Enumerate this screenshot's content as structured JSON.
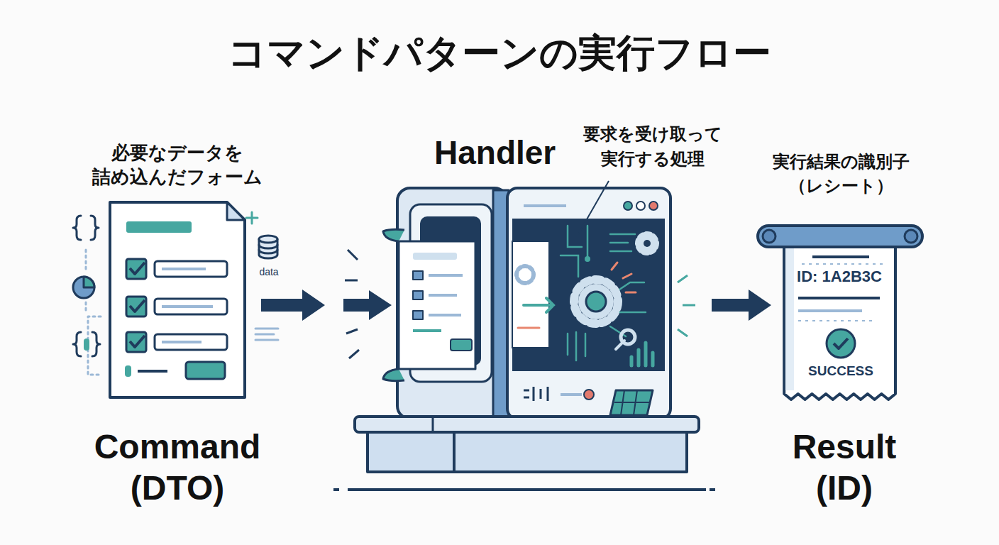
{
  "diagram": {
    "title": "コマンドパターンの実行フロー",
    "nodes": [
      {
        "text": [
          "必要なデータを 詰め込んだフォーム",
          "Command (DTO)"
        ]
      },
      {
        "text": [
          "Handler",
          "要求を受け取って 実行する処理"
        ]
      },
      {
        "text": [
          "実行結果の識別子 （レシート）",
          "ID: 1A2B3C",
          "SUCCESS",
          "Result (ID)"
        ]
      }
    ],
    "edges": [
      {
        "from": 0,
        "to": 1,
        "arrow": "to"
      },
      {
        "from": 1,
        "to": 2,
        "arrow": "to"
      }
    ],
    "labels": [
      "data"
    ]
  }
}
